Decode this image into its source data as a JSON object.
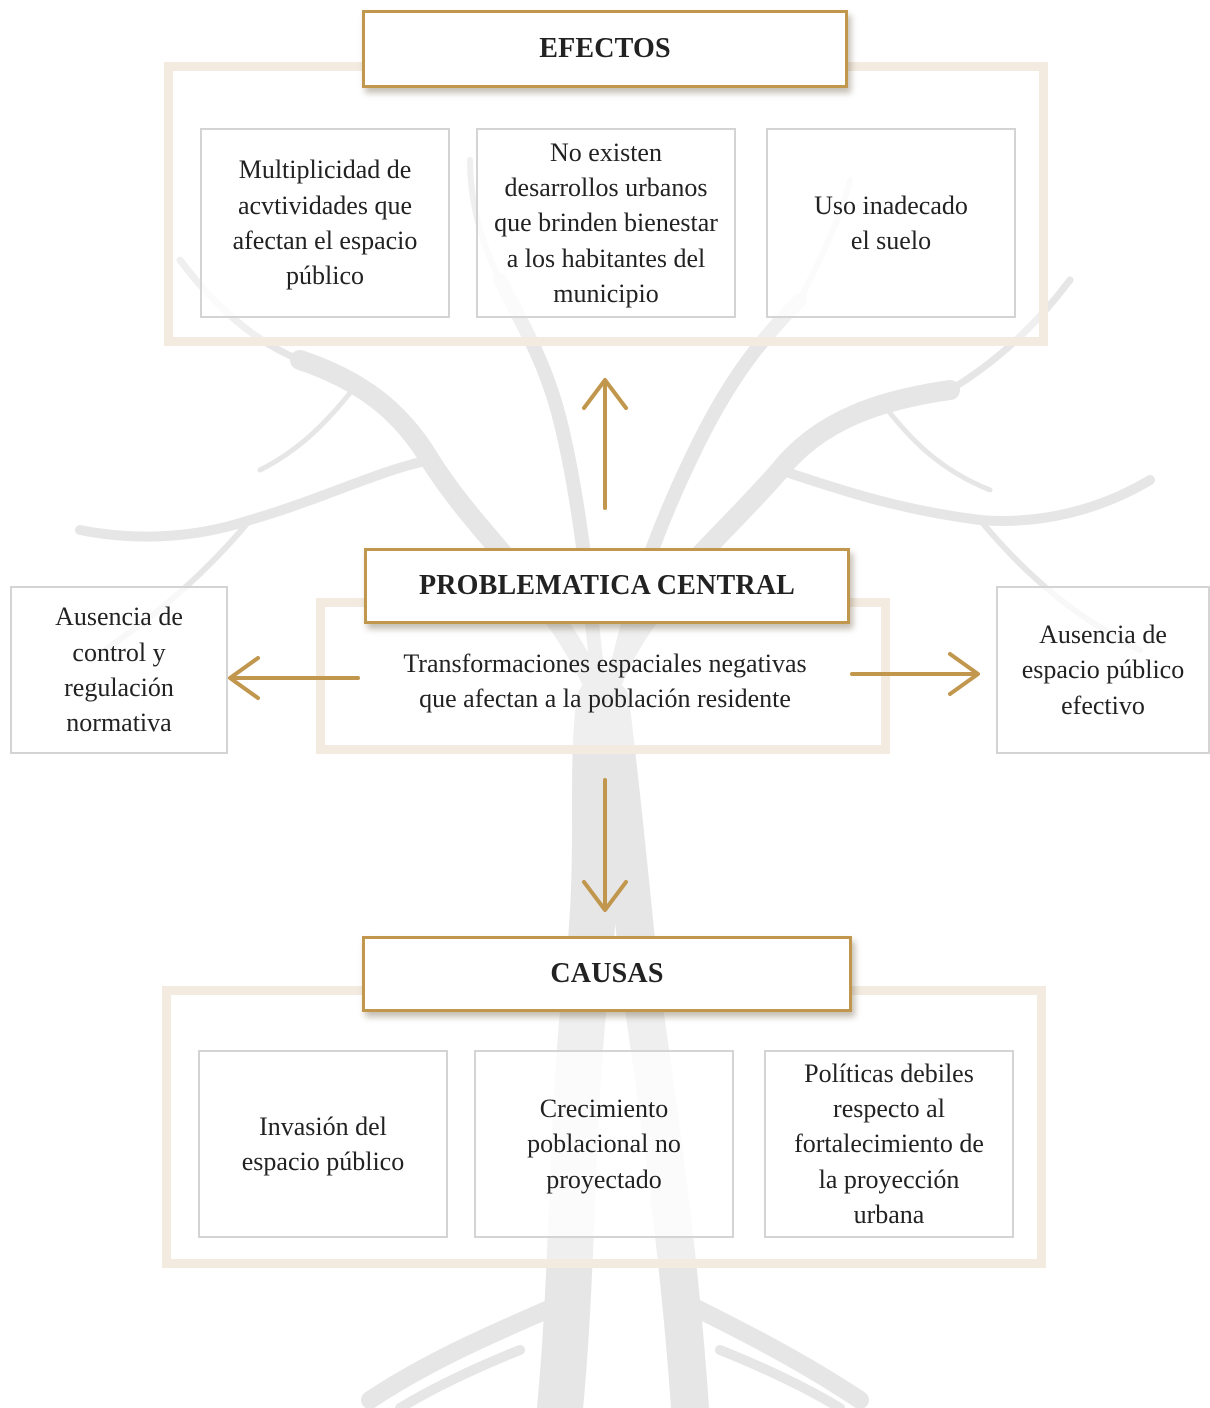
{
  "effects": {
    "title": "EFECTOS",
    "items": [
      "Multiplicidad de\nacvtividades que\nafectan el espacio\npúblico",
      "No existen\ndesarrollos urbanos\nque brinden bienestar\na los habitantes del\nmunicipio",
      "Uso inadecado\nel suelo"
    ]
  },
  "central": {
    "title": "PROBLEMATICA CENTRAL",
    "text": "Transformaciones espaciales negativas\nque afectan a la población residente"
  },
  "left_side": {
    "text": "Ausencia de\ncontrol y\nregulación\nnormativa"
  },
  "right_side": {
    "text": "Ausencia de\nespacio público\nefectivo"
  },
  "causes": {
    "title": "CAUSAS",
    "items": [
      "Invasión del\nespacio público",
      "Crecimiento\npoblacional no\nproyectado",
      "Políticas debiles\nrespecto al\nfortalecimiento de\nla proyección\nurbana"
    ]
  },
  "colors": {
    "accent": "#c1964d",
    "panel_border": "#f3ebe0",
    "box_border": "#d4d4d4",
    "tree": "#e4e4e4"
  }
}
